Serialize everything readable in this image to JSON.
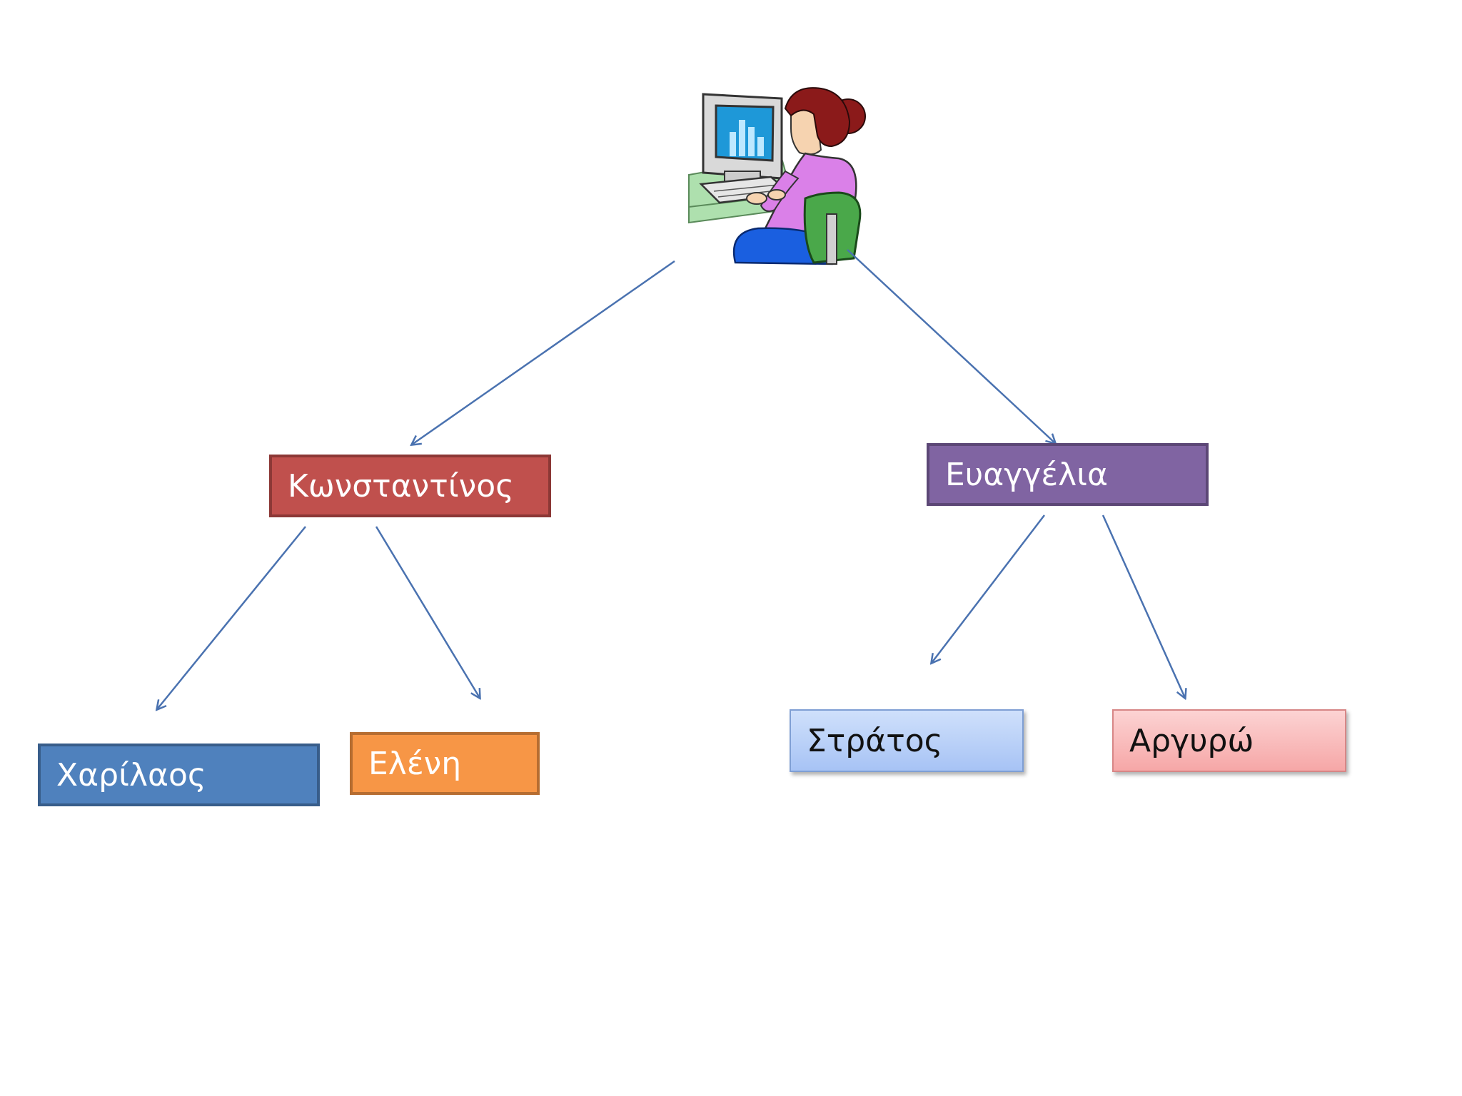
{
  "root": {
    "icon": "woman-at-computer-icon"
  },
  "nodes": {
    "konstantinos": "Κωνσταντίνος",
    "evangelia": "Ευαγγέλια",
    "charilaos": "Χαρίλαος",
    "eleni": "Ελένη",
    "stratos": "Στράτος",
    "argyro": "Αργυρώ"
  },
  "colors": {
    "connector": "#4a72b0",
    "konstantinos": "#c0504d",
    "evangelia": "#8064a2",
    "charilaos": "#4f81bd",
    "eleni": "#f79646",
    "stratos": "#a7c3f5",
    "argyro": "#f6a7a7"
  }
}
